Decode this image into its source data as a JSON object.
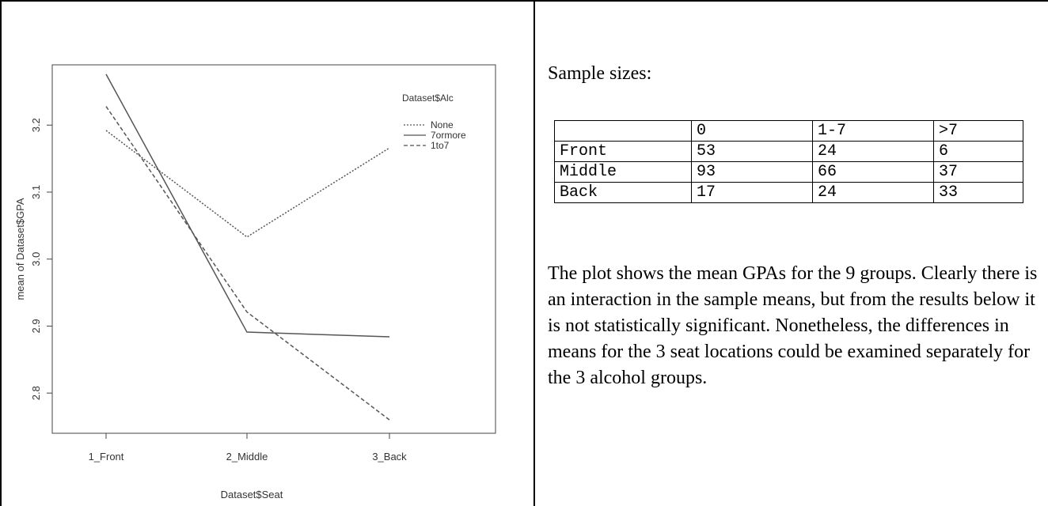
{
  "chart_data": {
    "type": "line",
    "categories": [
      "1_Front",
      "2_Middle",
      "3_Back"
    ],
    "series": [
      {
        "name": "None",
        "values": [
          3.192,
          3.033,
          3.166
        ],
        "style": "dotted"
      },
      {
        "name": "7ormore",
        "values": [
          3.276,
          2.891,
          2.884
        ],
        "style": "solid"
      },
      {
        "name": "1to7",
        "values": [
          3.228,
          2.921,
          2.76
        ],
        "style": "dashed"
      }
    ],
    "legend_title": "Dataset$Alc",
    "legend_position": "top-right",
    "xlabel": "Dataset$Seat",
    "ylabel": "mean of  Dataset$GPA",
    "ylim": [
      2.74,
      3.29
    ],
    "yticks": [
      2.8,
      2.9,
      3.0,
      3.1,
      3.2
    ],
    "ytick_labels": [
      "2.8",
      "2.9",
      "3.0",
      "3.1",
      "3.2"
    ],
    "grid": false,
    "line_color": "#555555"
  },
  "sample_sizes": {
    "heading": "Sample sizes:",
    "columns": [
      "",
      "0",
      "1-7",
      ">7"
    ],
    "rows": [
      [
        "Front",
        "53",
        "24",
        "6"
      ],
      [
        "Middle",
        "93",
        "66",
        "37"
      ],
      [
        "Back",
        "17",
        "24",
        "33"
      ]
    ]
  },
  "description": "The plot shows the mean GPAs for the 9 groups. Clearly there is an interaction in the sample means, but from the results below it is not statistically significant. Nonetheless, the differences in means for the 3 seat locations could be examined separately for the 3 alcohol groups."
}
